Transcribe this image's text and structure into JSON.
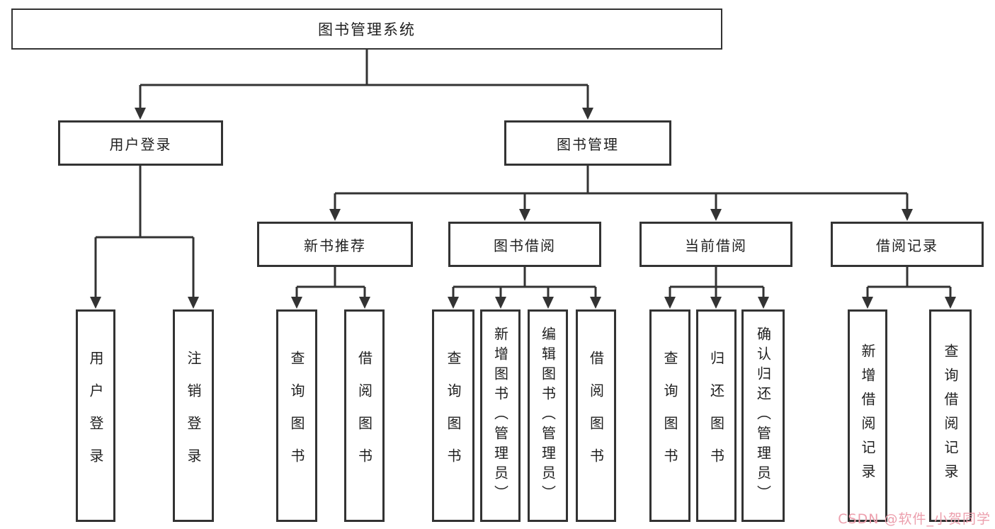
{
  "diagram": {
    "title": "图书管理系统",
    "nodes": {
      "root": "图书管理系统",
      "login": "用户登录",
      "management": "图书管理",
      "new_books": "新书推荐",
      "borrowing": "图书借阅",
      "current": "当前借阅",
      "records": "借阅记录",
      "login_user": "用户登录",
      "login_logout": "注销登录",
      "nb_query": "查询图书",
      "nb_borrow": "借阅图书",
      "bw_query": "查询图书",
      "bw_add": "新增图书（管理员）",
      "bw_edit": "编辑图书（管理员）",
      "bw_borrow": "借阅图书",
      "cu_query": "查询图书",
      "cu_return": "归还图书",
      "cu_confirm": "确认归还（管理员）",
      "rc_add": "新增借阅记录",
      "rc_query": "查询借阅记录"
    },
    "colors": {
      "line": "#333333",
      "box_border": "#333333",
      "box_background": "#ffffff",
      "text": "#1f1f1f",
      "watermark": "#ec9fad"
    },
    "watermark": {
      "text": "CSDN @软件_小贺同学"
    }
  }
}
